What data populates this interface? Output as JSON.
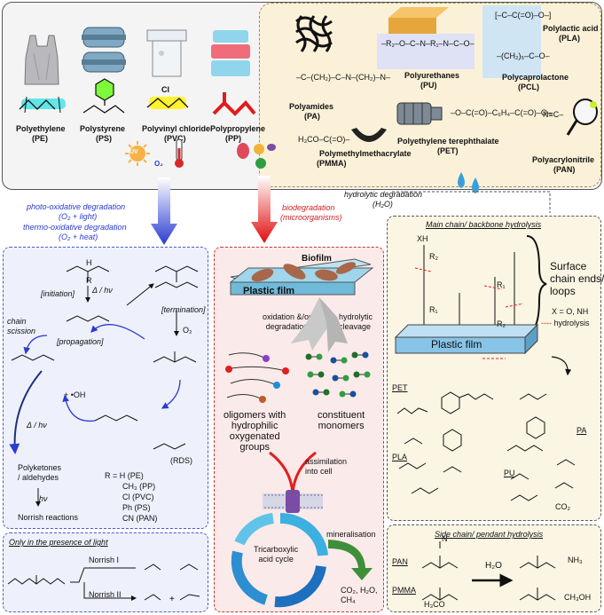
{
  "commodity_polymers": [
    {
      "name": "Polyethylene",
      "abbr": "(PE)"
    },
    {
      "name": "Polystyrene",
      "abbr": "(PS)"
    },
    {
      "name": "Polyvinyl chloride",
      "abbr": "(PVC)"
    },
    {
      "name": "Polypropylene",
      "abbr": "(PP)"
    }
  ],
  "condensation_polymers": {
    "pu": {
      "name": "Polyurethanes",
      "abbr": "(PU)"
    },
    "pla": {
      "name": "Polylactic acid",
      "abbr": "(PLA)"
    },
    "pcl": {
      "name": "Polycaprolactone",
      "abbr": "(PCL)"
    },
    "pa": {
      "name": "Polyamides",
      "abbr": "(PA)"
    },
    "pet": {
      "name": "Polyethylene terephthalate",
      "abbr": "(PET)"
    },
    "pmma": {
      "name": "Polymethylmethacrylate",
      "abbr": "(PMMA)"
    },
    "pan": {
      "name": "Polyacrylonitrile",
      "abbr": "(PAN)"
    }
  },
  "pathways": {
    "photo": "photo-oxidative degradation",
    "photo_cond": "(O₂ + light)",
    "thermo": "thermo-oxidative  degradation",
    "thermo_cond": "(O₂ + heat)",
    "bio": "biodegradation",
    "bio_cond": "(microorganisms)",
    "hydro": "hydrolytic degradation",
    "hydro_cond": "(H₂O)",
    "uv_badge": "UV",
    "o2_badge": "O₂"
  },
  "oxidation": {
    "initiation": "[initiation]",
    "termination": "[termination]",
    "propagation": "[propagation]",
    "chain_scission": "chain\nscission",
    "delta_hv": "Δ / hν",
    "o2": "O₂",
    "oh": "+ •OH",
    "rds": "(RDS)",
    "polyketones": "Polyketones\n/ aldehydes",
    "hv": "hν",
    "norrish_reactions": "Norrish reactions",
    "r_list": [
      "R = H (PE)",
      "CH₃ (PP)",
      "Cl (PVC)",
      "Ph (PS)",
      "CN (PAN)"
    ],
    "h_label": "H",
    "r_label": "R"
  },
  "norrish": {
    "title": "Only in the presence of light",
    "norrish1": "Norrish I",
    "norrish2": "Norrish II"
  },
  "bio": {
    "biofilm": "Biofilm",
    "plastic_film": "Plastic film",
    "oxidation": "oxidation &/or\ndegradation",
    "hydrolytic": "hydrolytic\ncleavage",
    "oligomers": "oligomers with\nhydrophilic\noxygenated\ngroups",
    "monomers": "constituent\nmonomers",
    "assimilation": "assimilation\ninto cell",
    "cycle": "Tricarboxylic\nacid cycle",
    "mineralisation": "mineralisation",
    "products": "CO₂, H₂O,\nCH₄"
  },
  "main_chain": {
    "title": "Main chain/ backbone hydrolysis",
    "surface": "Surface\nchain ends/\nloops",
    "xo": "X = O, NH",
    "hydrolysis": "hydrolysis",
    "plastic_film": "Plastic film",
    "pet": "PET",
    "pa": "PA",
    "pla": "PLA",
    "pu": "PU",
    "co2": "CO₂",
    "xh": "XH",
    "r1": "R₁",
    "r2": "R₂"
  },
  "side_chain": {
    "title": "Side chain/ pendant hydrolysis",
    "pan": "PAN",
    "pmma": "PMMA",
    "h2o": "H₂O",
    "nh3": "NH₃",
    "ch3oh": "CH₃OH",
    "h3co": "H₃CO"
  }
}
